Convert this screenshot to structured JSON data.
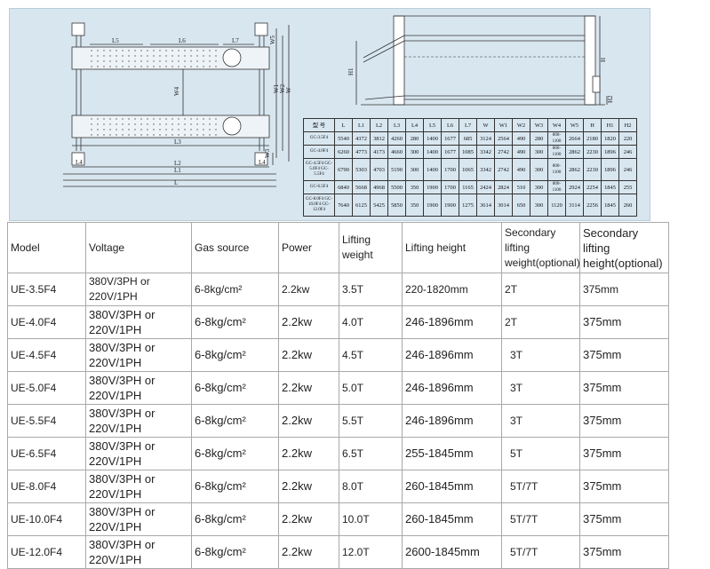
{
  "drawing": {
    "top_view_labels": {
      "L5": "L5",
      "L6": "L6",
      "L7": "L7",
      "L3": "L3",
      "L2": "L2",
      "L1": "L1",
      "L": "L",
      "L4a": "L4",
      "L4b": "L4",
      "W4": "W4",
      "W1": "W1",
      "W2": "W2",
      "W3": "W3",
      "W": "W",
      "W5": "W5"
    },
    "side_view_labels": {
      "H": "H",
      "H1": "H1",
      "H2": "H2"
    },
    "dim_table": {
      "headers": [
        "型 号",
        "L",
        "L1",
        "L2",
        "L3",
        "L4",
        "L5",
        "L6",
        "L7",
        "W",
        "W1",
        "W2",
        "W3",
        "W4",
        "W5",
        "H",
        "H1",
        "H2"
      ],
      "rows": [
        {
          "model": "GC-3.5F4",
          "values": [
            "5540",
            "4372",
            "3812",
            "4260",
            "280",
            "1400",
            "1677",
            "685",
            "3124",
            "2564",
            "490",
            "280",
            "800-1100",
            "2664",
            "2180",
            "1820",
            "220"
          ]
        },
        {
          "model": "GC-4.0F4",
          "values": [
            "6260",
            "4773",
            "4173",
            "4660",
            "300",
            "1400",
            "1677",
            "1085",
            "3342",
            "2742",
            "490",
            "300",
            "800-1100",
            "2862",
            "2230",
            "1896",
            "246"
          ]
        },
        {
          "model": "GC-4.5F4 GC-5.0F4 GC-5.5F4",
          "values": [
            "6790",
            "5303",
            "4703",
            "5190",
            "300",
            "1400",
            "1700",
            "1065",
            "3342",
            "2742",
            "490",
            "300",
            "800-1100",
            "2862",
            "2230",
            "1896",
            "246"
          ]
        },
        {
          "model": "GC-6.5F4",
          "values": [
            "6840",
            "5668",
            "4968",
            "5500",
            "350",
            "1900",
            "1700",
            "1165",
            "2424",
            "2824",
            "510",
            "300",
            "800-1100",
            "2924",
            "2254",
            "1845",
            "255"
          ]
        },
        {
          "model": "GC-8.0F4 GC-10.0F4 GC-12.0F4",
          "values": [
            "7640",
            "6125",
            "5425",
            "5850",
            "350",
            "1900",
            "1900",
            "1275",
            "3614",
            "3014",
            "650",
            "300",
            "1120",
            "3114",
            "2256",
            "1845",
            "260"
          ]
        }
      ]
    }
  },
  "spec_table": {
    "headers": [
      {
        "lines": [
          "Model"
        ]
      },
      {
        "lines": [
          "Voltage"
        ]
      },
      {
        "lines": [
          "Gas source"
        ]
      },
      {
        "lines": [
          "Power"
        ]
      },
      {
        "lines": [
          "Lifting",
          "weight"
        ]
      },
      {
        "lines": [
          "Lifting height"
        ]
      },
      {
        "lines": [
          "Secondary",
          "lifting",
          "weight(optional)"
        ]
      },
      {
        "lines": [
          "Secondary",
          "lifting",
          "height(optional)"
        ]
      }
    ],
    "rows": [
      {
        "model": "UE-3.5F4",
        "voltage1": "380V/3PH or",
        "voltage2": "220V/1PH",
        "gas": "6-8kg/cm²",
        "power": "2.2kw",
        "weight": "3.5T",
        "height": "220-1820mm",
        "sec_weight": "2T",
        "sec_height": "375mm"
      },
      {
        "model": "UE-4.0F4",
        "voltage1": "380V/3PH or",
        "voltage2": "220V/1PH",
        "gas": "6-8kg/cm²",
        "power": "2.2kw",
        "weight": "4.0T",
        "height": "246-1896mm",
        "sec_weight": "2T",
        "sec_height": "375mm"
      },
      {
        "model": "UE-4.5F4",
        "voltage1": "380V/3PH or",
        "voltage2": "220V/1PH",
        "gas": "6-8kg/cm²",
        "power": "2.2kw",
        "weight": "4.5T",
        "height": "246-1896mm",
        "sec_weight": "3T",
        "sec_height": "375mm"
      },
      {
        "model": "UE-5.0F4",
        "voltage1": "380V/3PH or",
        "voltage2": "220V/1PH",
        "gas": "6-8kg/cm²",
        "power": "2.2kw",
        "weight": "5.0T",
        "height": "246-1896mm",
        "sec_weight": "3T",
        "sec_height": "375mm"
      },
      {
        "model": "UE-5.5F4",
        "voltage1": "380V/3PH or",
        "voltage2": "220V/1PH",
        "gas": "6-8kg/cm²",
        "power": "2.2kw",
        "weight": "5.5T",
        "height": "246-1896mm",
        "sec_weight": "3T",
        "sec_height": "375mm"
      },
      {
        "model": "UE-6.5F4",
        "voltage1": "380V/3PH or",
        "voltage2": "220V/1PH",
        "gas": "6-8kg/cm²",
        "power": "2.2kw",
        "weight": "6.5T",
        "height": "255-1845mm",
        "sec_weight": "5T",
        "sec_height": "375mm"
      },
      {
        "model": "UE-8.0F4",
        "voltage1": "380V/3PH or",
        "voltage2": "220V/1PH",
        "gas": "6-8kg/cm²",
        "power": "2.2kw",
        "weight": "8.0T",
        "height": "260-1845mm",
        "sec_weight": "5T/7T",
        "sec_height": "375mm"
      },
      {
        "model": "UE-10.0F4",
        "voltage1": "380V/3PH or",
        "voltage2": "220V/1PH",
        "gas": "6-8kg/cm²",
        "power": "2.2kw",
        "weight": "10.0T",
        "height": "260-1845mm",
        "sec_weight": "5T/7T",
        "sec_height": "375mm"
      },
      {
        "model": "UE-12.0F4",
        "voltage1": "380V/3PH or",
        "voltage2": "220V/1PH",
        "gas": "6-8kg/cm²",
        "power": "2.2kw",
        "weight": "12.0T",
        "height": "2600-1845mm",
        "sec_weight": "5T/7T",
        "sec_height": "375mm"
      }
    ]
  }
}
